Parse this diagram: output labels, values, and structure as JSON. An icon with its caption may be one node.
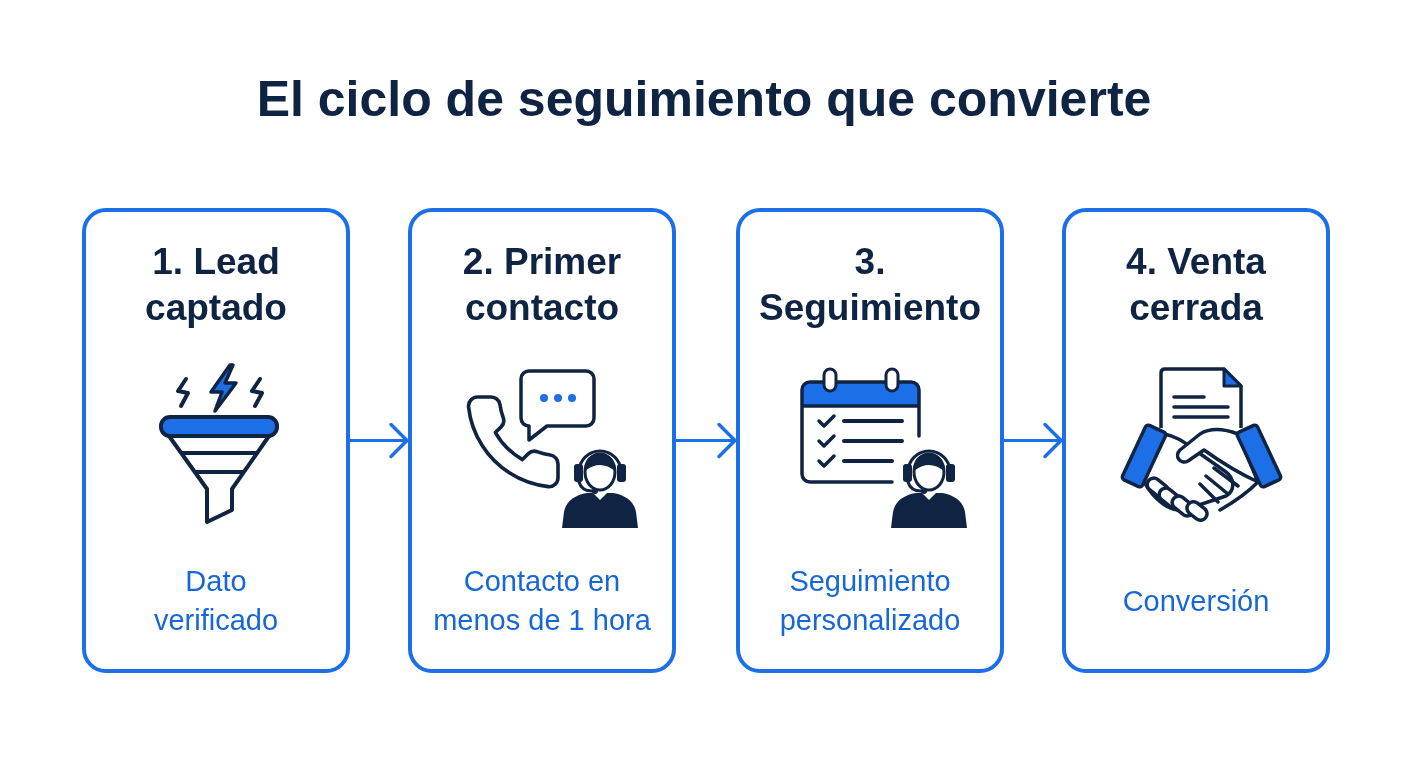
{
  "diagram": {
    "title": "El ciclo de seguimiento que convierte",
    "nodes": [
      {
        "text": [
          "1. Lead captado",
          "Dato verificado"
        ]
      },
      {
        "text": [
          "2. Primer contacto",
          "Contacto en menos de 1 hora"
        ]
      },
      {
        "text": [
          "3. Seguimiento",
          "Seguimiento personalizado"
        ]
      },
      {
        "text": [
          "4. Venta cerrada",
          "Conversión"
        ]
      }
    ],
    "edges": [
      {
        "from": 0,
        "to": 1,
        "arrow": "to"
      },
      {
        "from": 1,
        "to": 2,
        "arrow": "to"
      },
      {
        "from": 2,
        "to": 3,
        "arrow": "to"
      }
    ]
  }
}
